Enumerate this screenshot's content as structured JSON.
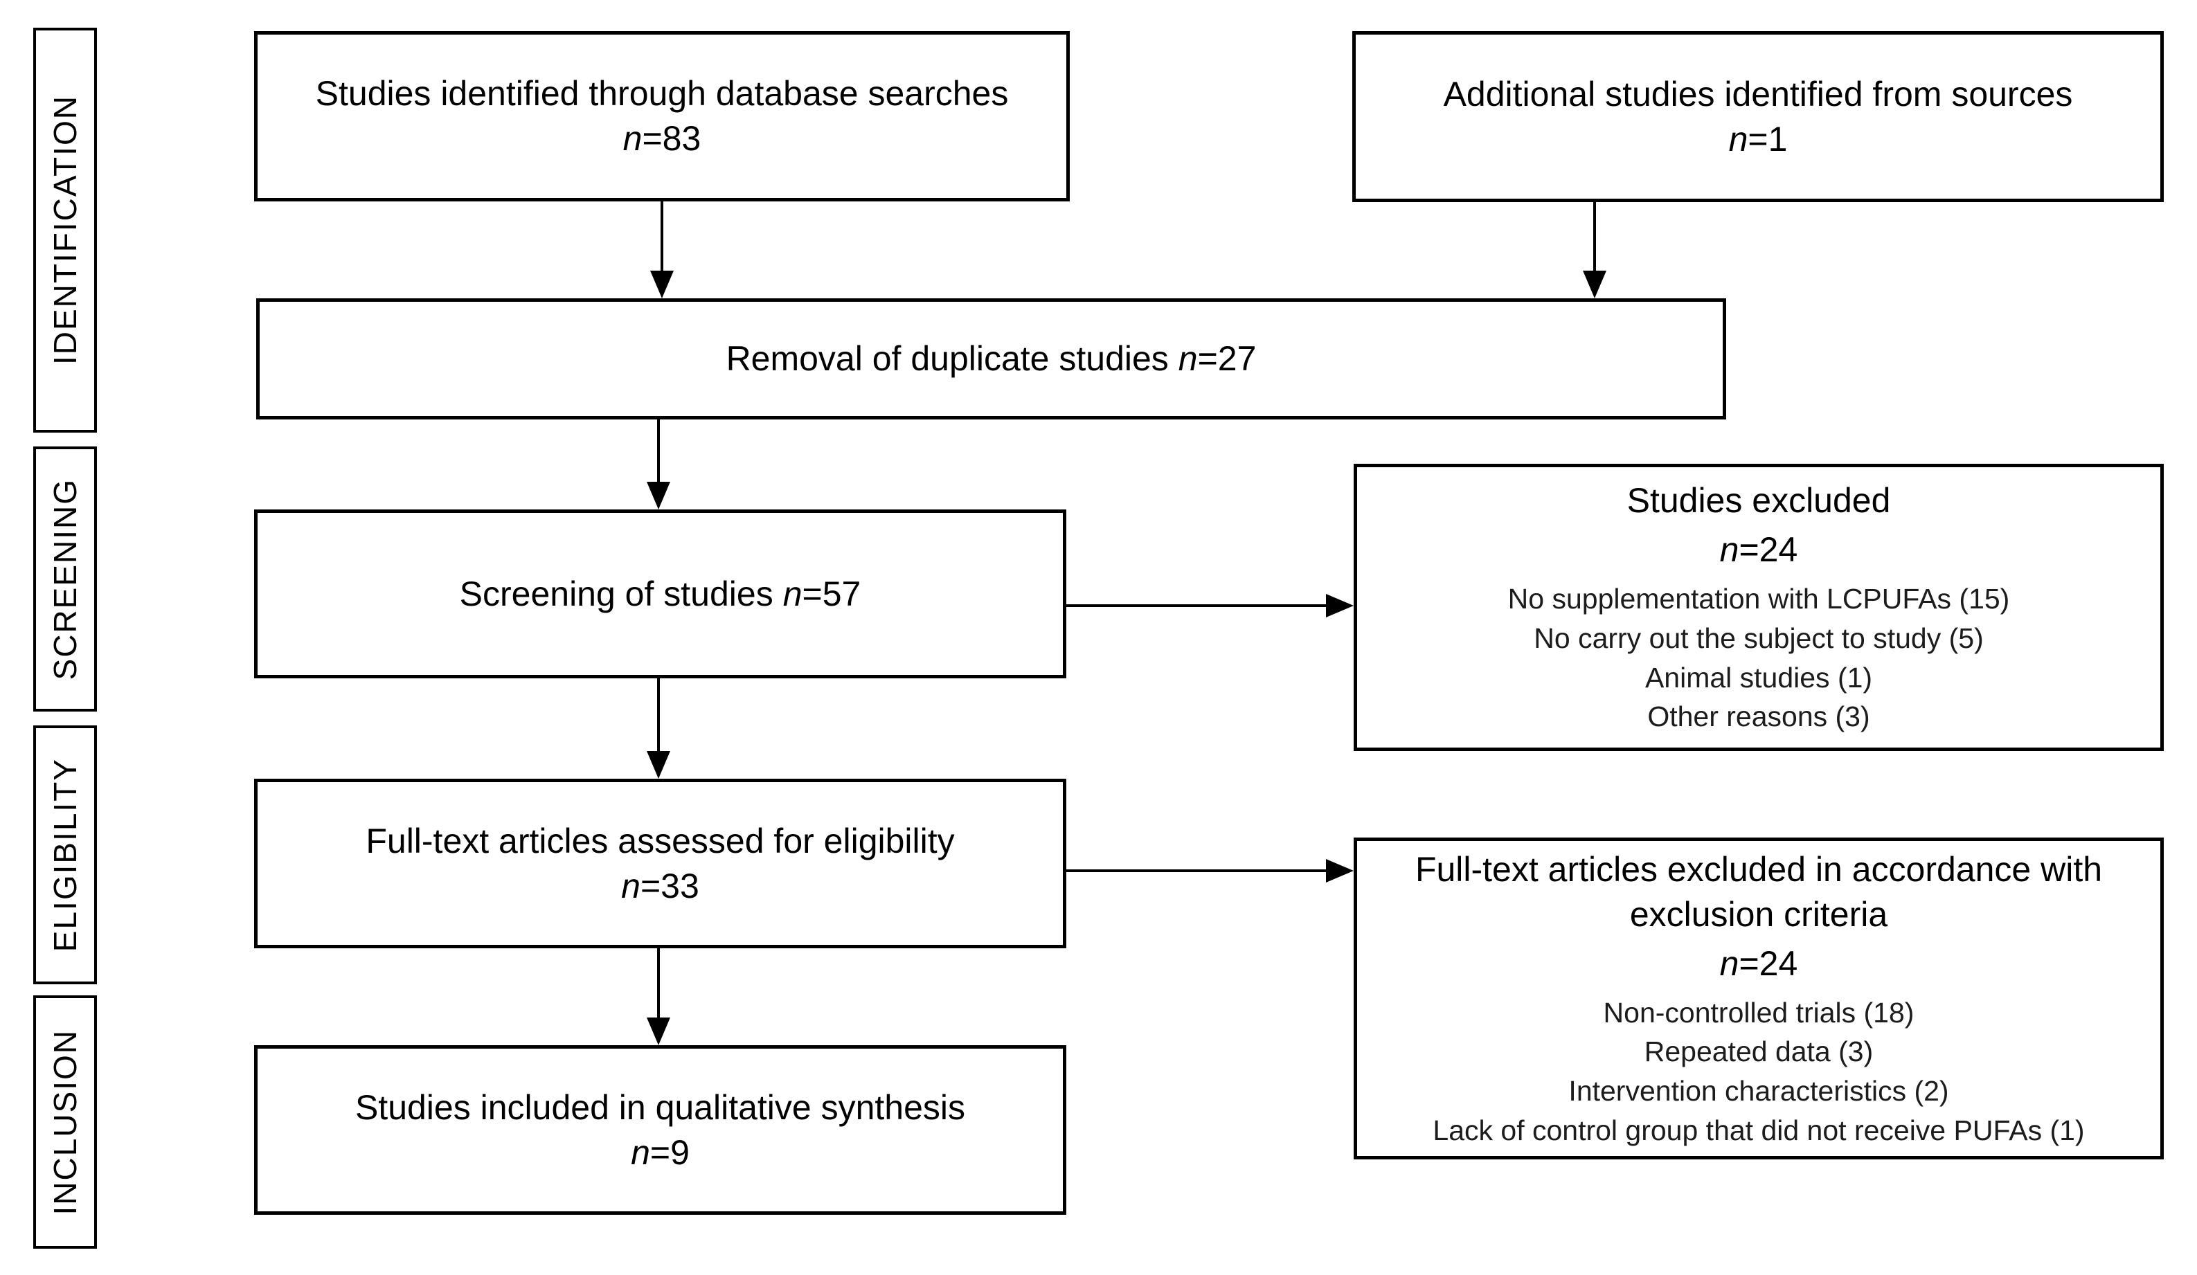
{
  "colors": {
    "ink": "#000000",
    "background": "#ffffff"
  },
  "symbols": {
    "n": "n"
  },
  "sidebar": {
    "labels": [
      "IDENTIFICATION",
      "SCREENING",
      "ELIGIBILITY",
      "INCLUSION"
    ]
  },
  "flow": {
    "identified": {
      "text": "Studies identified through database searches",
      "n_value": "=83"
    },
    "additional": {
      "text": "Additional studies identified from sources",
      "n_value": "=1"
    },
    "duplicates": {
      "text": "Removal of duplicate studies",
      "n_value": "=27"
    },
    "screening": {
      "text": "Screening of studies",
      "n_value": "=57"
    },
    "excluded_screening": {
      "title": "Studies excluded",
      "n_value": "=24",
      "items": [
        "No supplementation with LCPUFAs (15)",
        "No carry out the subject to study (5)",
        "Animal studies (1)",
        "Other reasons (3)"
      ]
    },
    "fulltext": {
      "text": "Full-text articles assessed for eligibility",
      "n_value": "=33"
    },
    "excluded_fulltext": {
      "title": "Full-text articles excluded in accordance with exclusion criteria",
      "n_value": "=24",
      "items": [
        "Non-controlled trials (18)",
        "Repeated data (3)",
        "Intervention characteristics (2)",
        "Lack of control group that did not receive PUFAs (1)"
      ]
    },
    "included": {
      "text": "Studies included in qualitative synthesis",
      "n_value": "=9"
    }
  }
}
